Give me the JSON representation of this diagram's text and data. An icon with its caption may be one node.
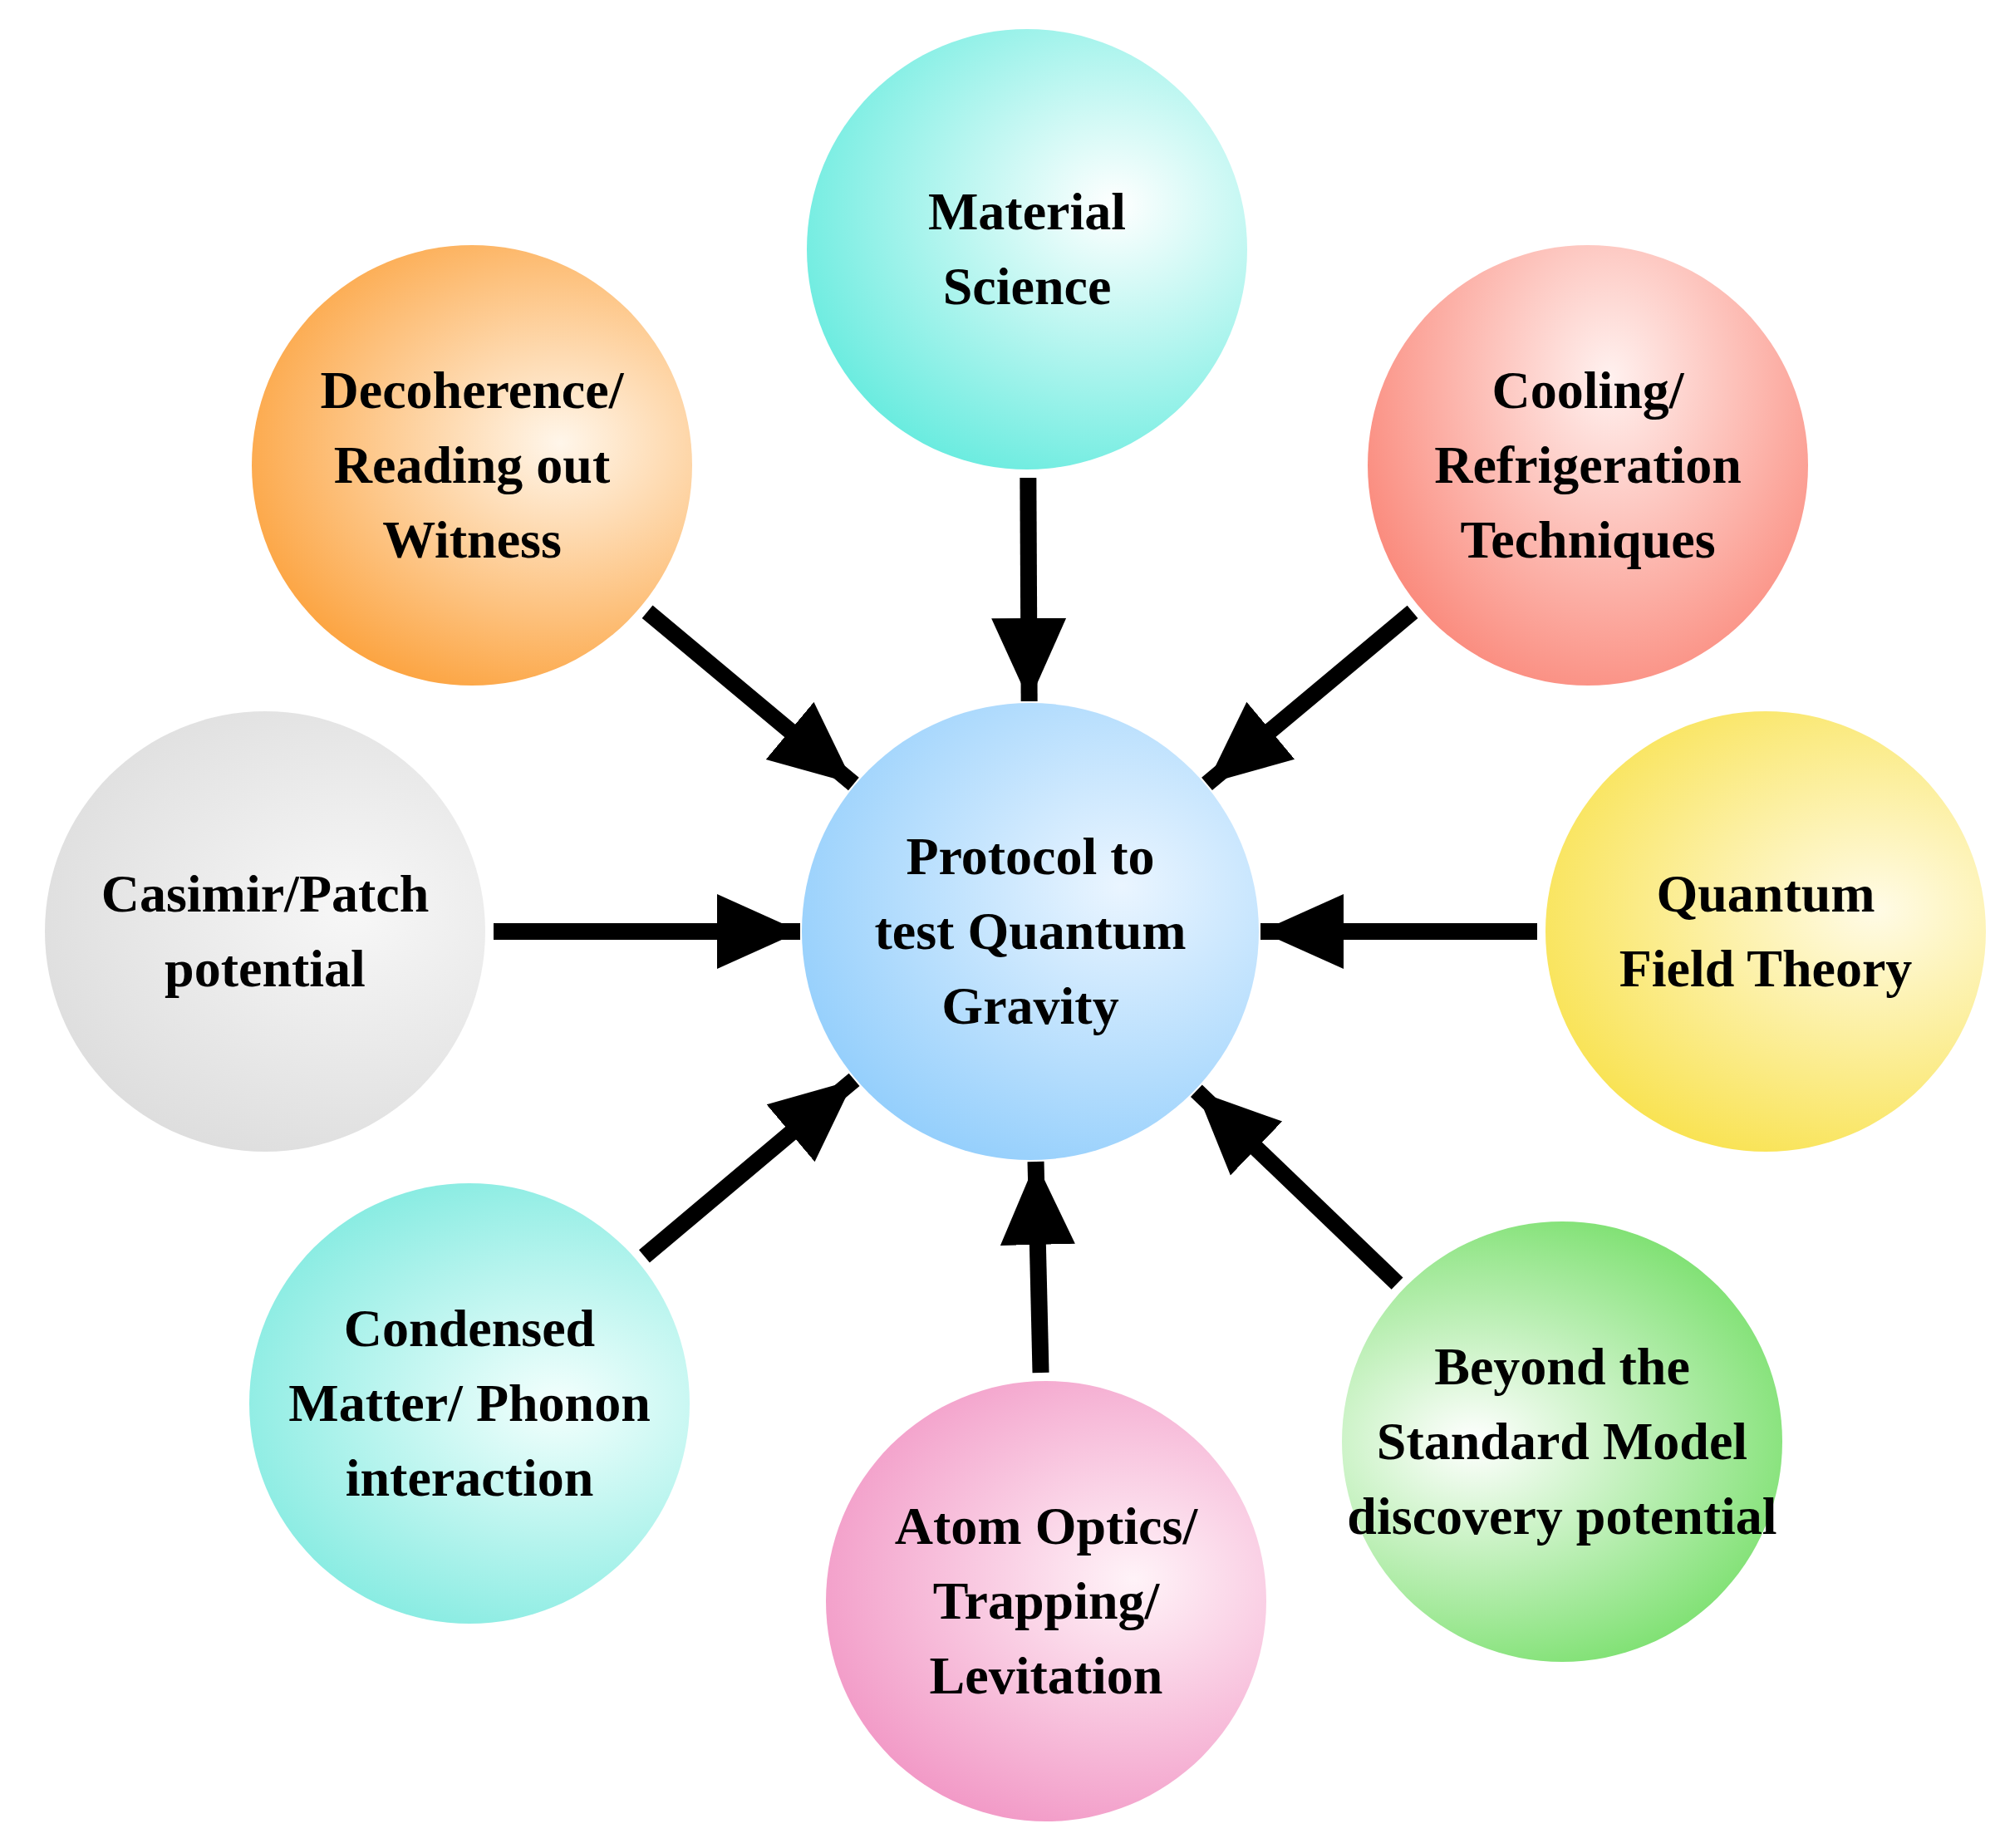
{
  "diagram": {
    "nodes": [
      {
        "text": [
          "Material Science"
        ]
      },
      {
        "text": [
          "Decoherence/ Reading out Witness"
        ]
      },
      {
        "text": [
          "Cooling/ Refrigeration Techniques"
        ]
      },
      {
        "text": [
          "Casimir/Patch potential"
        ]
      },
      {
        "text": [
          "Protocol to test Quantum Gravity"
        ]
      },
      {
        "text": [
          "Quantum Field Theory"
        ]
      },
      {
        "text": [
          "Condensed Matter/ Phonon interaction"
        ]
      },
      {
        "text": [
          "Beyond the Standard Model discovery potential"
        ]
      },
      {
        "text": [
          "Atom Optics/ Trapping/ Levitation"
        ]
      }
    ],
    "edges": [
      {
        "from": 0,
        "to": 4,
        "arrow": "to"
      },
      {
        "from": 1,
        "to": 4,
        "arrow": "to"
      },
      {
        "from": 2,
        "to": 4,
        "arrow": "to"
      },
      {
        "from": 3,
        "to": 4,
        "arrow": "to"
      },
      {
        "from": 5,
        "to": 4,
        "arrow": "to"
      },
      {
        "from": 6,
        "to": 4,
        "arrow": "to"
      },
      {
        "from": 7,
        "to": 4,
        "arrow": "to"
      },
      {
        "from": 8,
        "to": 4,
        "arrow": "to"
      }
    ]
  }
}
